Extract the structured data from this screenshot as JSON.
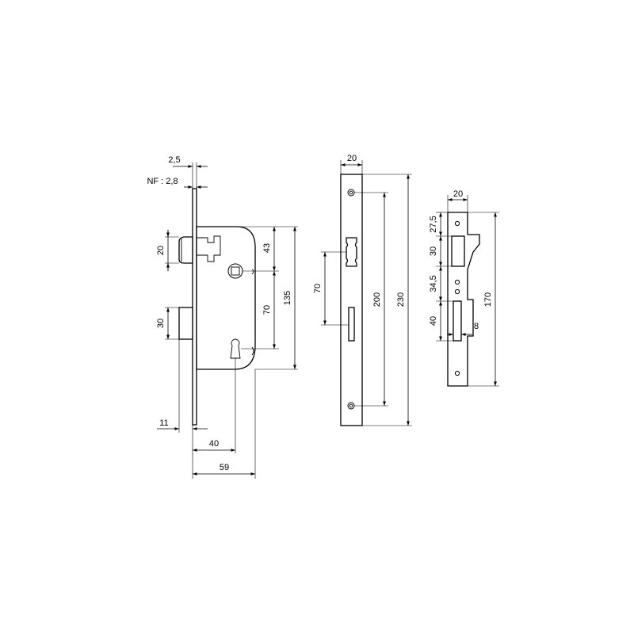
{
  "lock_body": {
    "dims": {
      "faceplate_thickness": "2,5",
      "faceplate_nf": "NF : 2,8",
      "latch_height": "20",
      "bolt_height": "30",
      "spindle_offset": "43",
      "follower_to_key": "70",
      "case_height": "135",
      "bolt_projection": "11",
      "backset": "40",
      "case_depth": "59"
    }
  },
  "faceplate": {
    "dims": {
      "width": "20",
      "hole_spacing": "200",
      "length": "230",
      "slot_spacing": "70"
    }
  },
  "strike_plate": {
    "dims": {
      "width": "20",
      "top_offset": "27,5",
      "latch_opening": "30",
      "opening_gap": "34,5",
      "bolt_opening": "40",
      "bolt_opening_width": "8",
      "length": "170"
    }
  }
}
